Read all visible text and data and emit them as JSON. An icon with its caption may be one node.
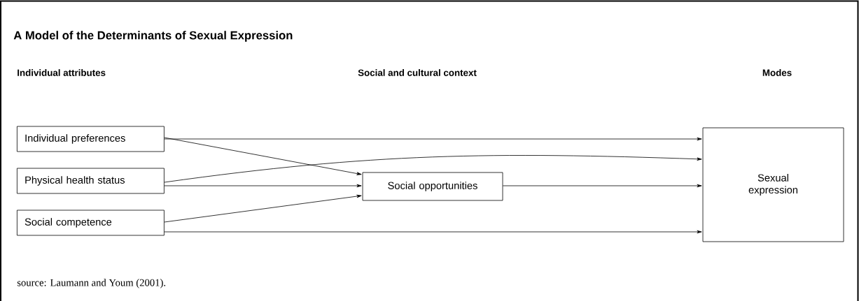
{
  "diagram": {
    "title": "A Model of the Determinants of Sexual Expression",
    "caption": "source: Laumann and Youm (2001).",
    "nodes": [
      {
        "text": [
          "Individual preferences"
        ]
      },
      {
        "text": [
          "Physical health status"
        ]
      },
      {
        "text": [
          "Social competence"
        ]
      },
      {
        "text": [
          "Social opportunities"
        ]
      },
      {
        "text": [
          "Sexual expression"
        ]
      }
    ],
    "edges": [
      {
        "from": 0,
        "to": 4,
        "arrow": "to"
      },
      {
        "from": 0,
        "to": 3,
        "arrow": "to"
      },
      {
        "from": 1,
        "to": 4,
        "arrow": "to"
      },
      {
        "from": 1,
        "to": 3,
        "arrow": "to"
      },
      {
        "from": 2,
        "to": 3,
        "arrow": "to"
      },
      {
        "from": 3,
        "to": 4,
        "arrow": "to"
      },
      {
        "from": 2,
        "to": 4,
        "arrow": "to"
      }
    ],
    "labels": [
      "Individual attributes",
      "Social and cultural context",
      "Modes"
    ]
  }
}
